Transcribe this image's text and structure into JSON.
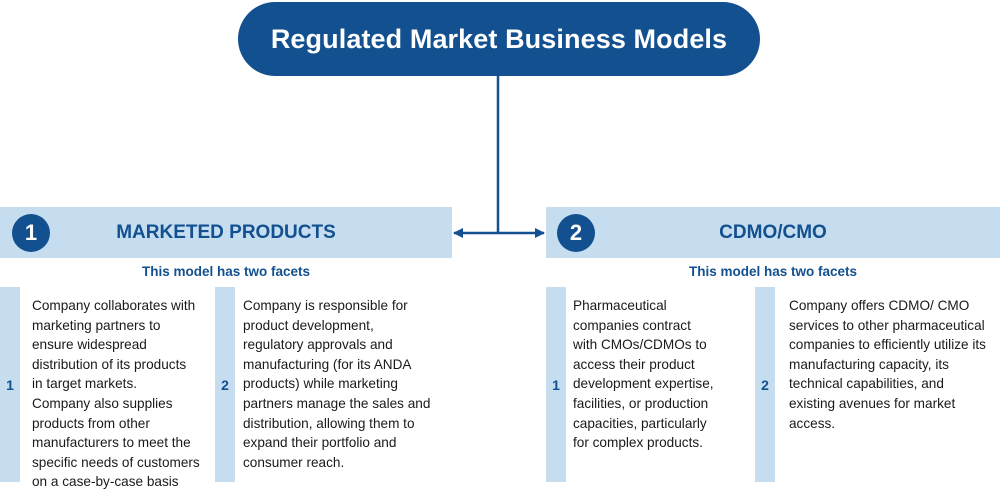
{
  "title": "Regulated Market Business Models",
  "models": [
    {
      "number": "1",
      "title": "MARKETED PRODUCTS",
      "subtitle": "This model has two facets",
      "facets": [
        {
          "number": "1",
          "text": "Company collaborates with\nmarketing partners to\nensure widespread\ndistribution of its products\nin target markets.\nCompany also supplies\nproducts from other\nmanufacturers to meet  the\nspecific needs of customers\non a case-by-case basis"
        },
        {
          "number": "2",
          "text": "Company is responsible for\nproduct development,\nregulatory approvals and\nmanufacturing (for its ANDA\nproducts) while marketing\npartners manage the sales and\ndistribution, allowing them to\nexpand their portfolio and\nconsumer reach."
        }
      ]
    },
    {
      "number": "2",
      "title": "CDMO/CMO",
      "subtitle": "This model has two facets",
      "facets": [
        {
          "number": "1",
          "text": "Pharmaceutical\ncompanies contract\nwith CMOs/CDMOs to\naccess their product\ndevelopment expertise,\nfacilities, or production\ncapacities, particularly\nfor complex products."
        },
        {
          "number": "2",
          "text": "Company offers CDMO/ CMO\nservices to other pharmaceutical\ncompanies to efficiently utilize its\nmanufacturing capacity, its\ntechnical capabilities, and\nexisting avenues for market\naccess."
        }
      ]
    }
  ],
  "colors": {
    "primary": "#12508f",
    "band": "#c6ddf0",
    "text": "#1a1a1a"
  }
}
